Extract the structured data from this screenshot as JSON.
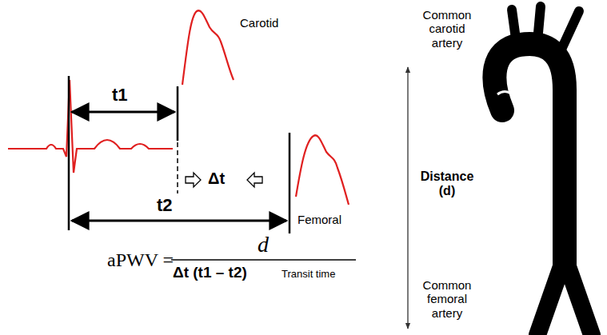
{
  "diagram": {
    "labels": [
      "t1",
      "Carotid",
      "Δt",
      "t2",
      "Femoral",
      "aPWV =",
      "d",
      "Δt (t1 – t2)",
      "Transit time",
      "Common carotid artery",
      "Distance (d)",
      "Common femoral artery"
    ]
  }
}
